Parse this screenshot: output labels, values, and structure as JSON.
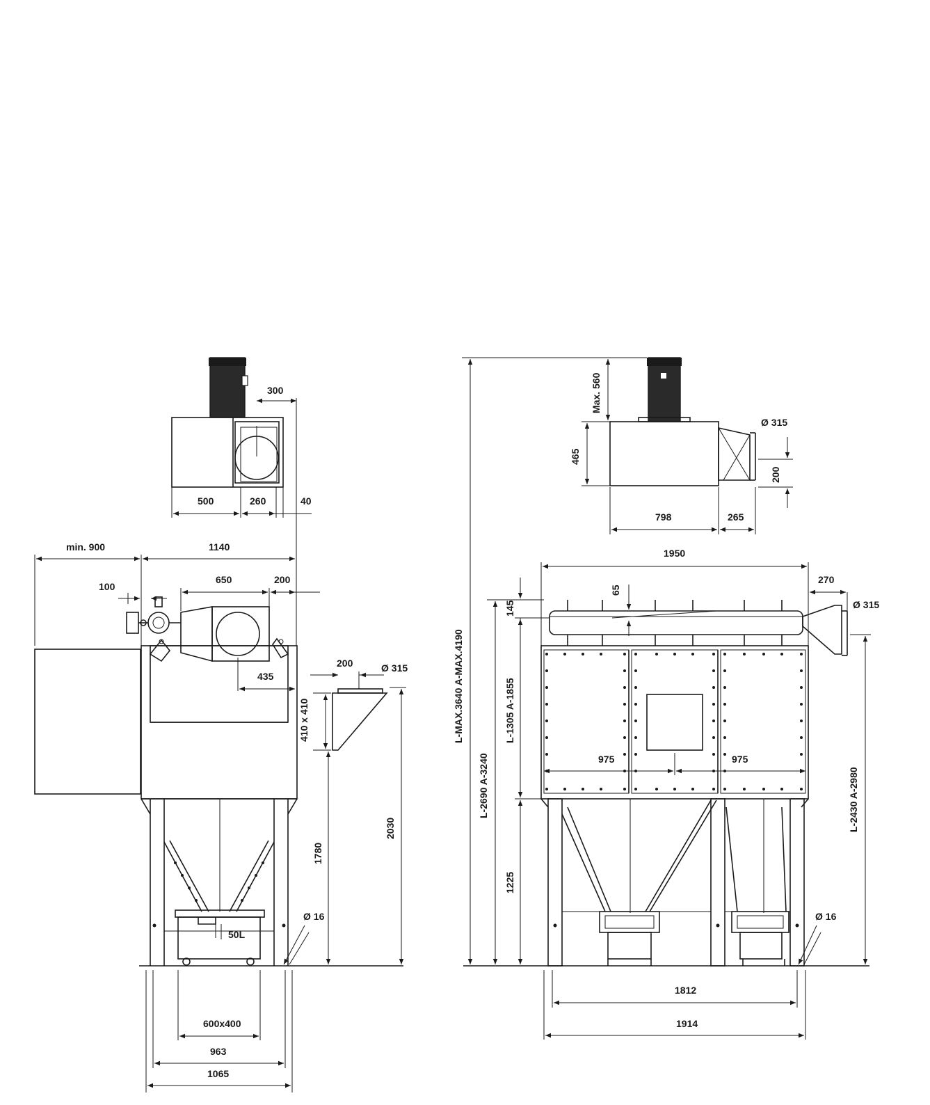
{
  "dimensions": {
    "d300": "300",
    "d500": "500",
    "d260": "260",
    "d40": "40",
    "min900": "min. 900",
    "d1140": "1140",
    "d100": "100",
    "d650": "650",
    "d200a": "200",
    "d435": "435",
    "d200b": "200",
    "dia315a": "Ø 315",
    "d410x410": "410 x 410",
    "d1780": "1780",
    "d2030": "2030",
    "dia16a": "Ø 16",
    "bin": "50L",
    "d600x400": "600x400",
    "d963": "963",
    "d1065": "1065",
    "lmax": "L-MAX.3640  A-MAX.4190",
    "l2690": "L-2690  A-3240",
    "l1305": "L-1305  A-1855",
    "d1225": "1225",
    "max560": "Max. 560",
    "d465": "465",
    "dia315b": "Ø 315",
    "d200c": "200",
    "d798": "798",
    "d265": "265",
    "d1950": "1950",
    "d270": "270",
    "d65": "65",
    "d145": "145",
    "dia315c": "Ø 315",
    "d975a": "975",
    "d975b": "975",
    "l2430": "L-2430  A-2980",
    "dia16b": "Ø 16",
    "d1812": "1812",
    "d1914": "1914"
  }
}
